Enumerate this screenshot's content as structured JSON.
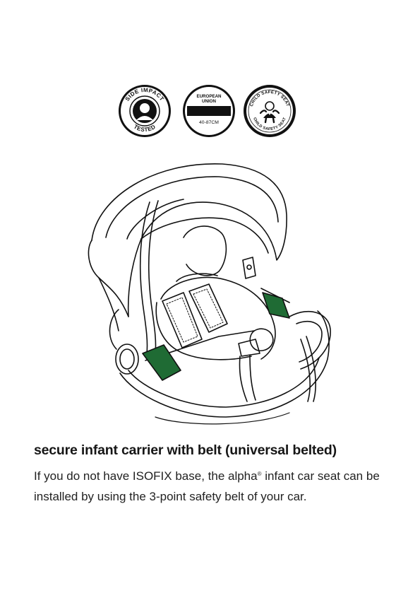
{
  "badges": {
    "side_impact": {
      "top_text": "SIDE IMPACT",
      "bottom_text": "TESTED",
      "icon": "person-head-icon"
    },
    "european_union": {
      "line1": "EUROPEAN",
      "line2": "UNION",
      "range": "40-87CM"
    },
    "child_safety": {
      "top_text": "CHILD SAFETY SEAT",
      "bottom_text": "CHILD SAFETY SEAT",
      "icon": "baby-in-seat-icon"
    }
  },
  "illustration": {
    "icon": "infant-car-seat-illustration",
    "accent_color": "#1f6b34"
  },
  "heading": "secure infant carrier with belt (universal belted)",
  "paragraph": {
    "before_brand": "If you do not have ISOFIX base, the alpha",
    "brand_mark": "®",
    "after_brand": " infant car seat can be installed by using the 3-point safety belt of your car."
  }
}
